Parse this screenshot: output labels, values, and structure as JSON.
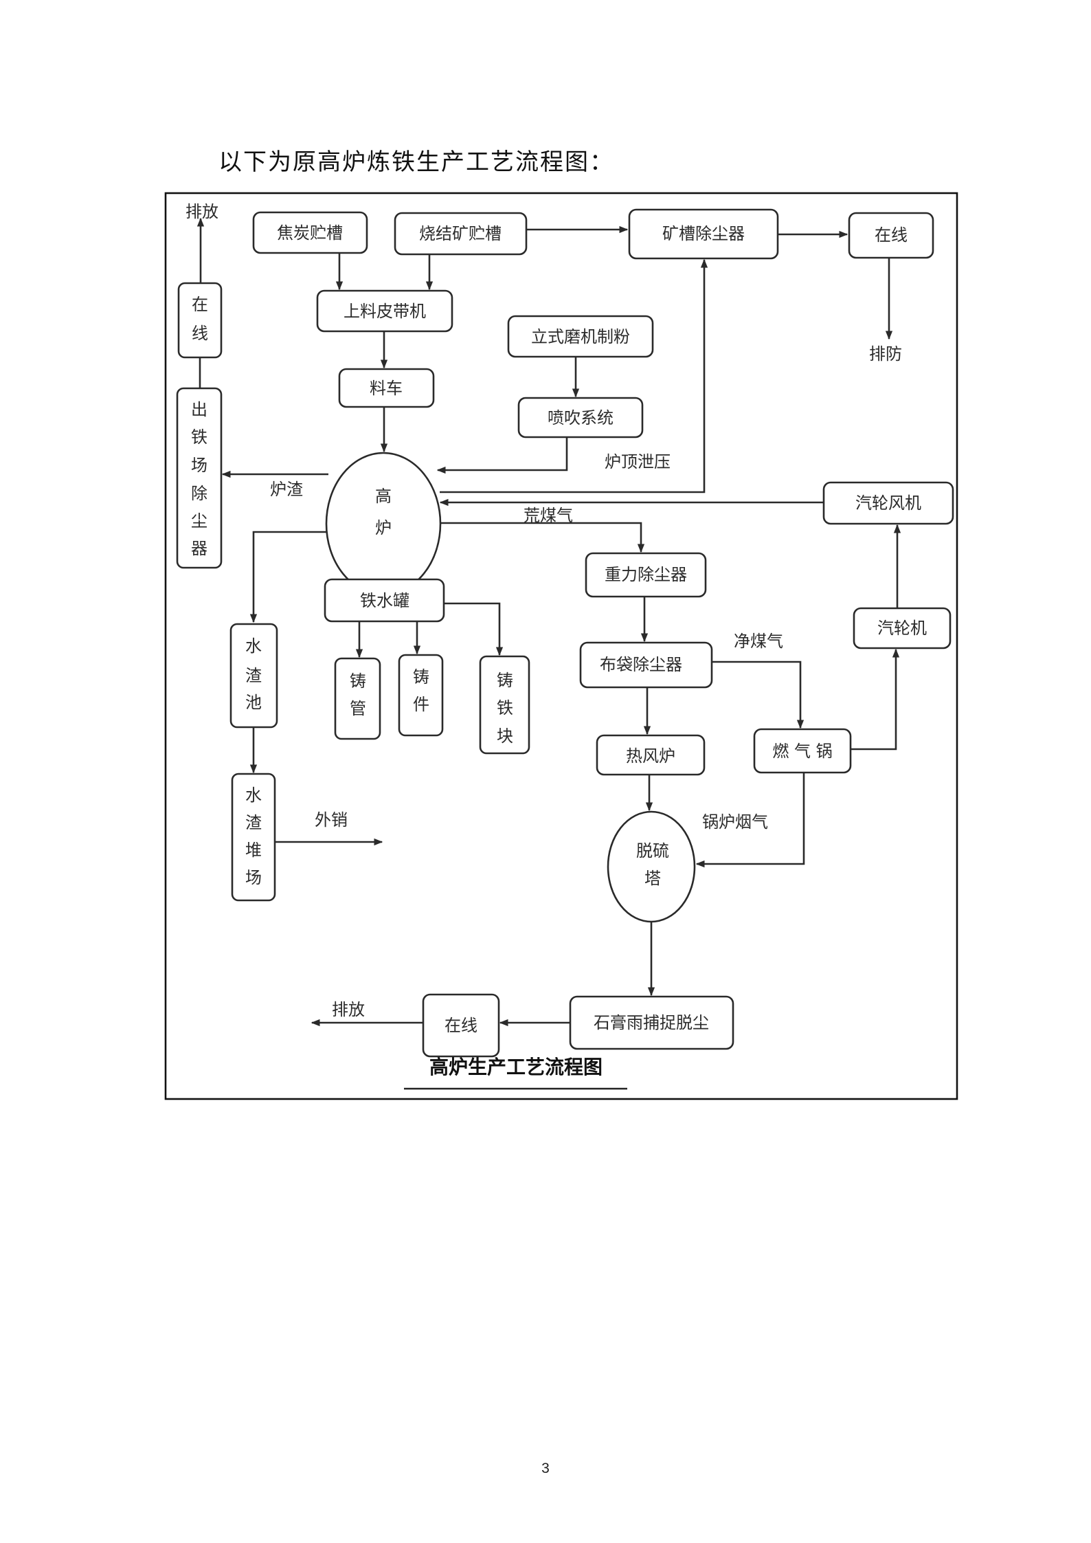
{
  "intro_text": "以下为原高炉炼铁生产工艺流程图：",
  "page_number": "3",
  "diagram": {
    "caption": "高炉生产工艺流程图",
    "nodes": {
      "coke_bin": "焦炭贮槽",
      "sinter_bin": "烧结矿贮槽",
      "bin_dust_collector": "矿槽除尘器",
      "online_top": "在线",
      "belt_conveyor": "上料皮带机",
      "vertical_mill": "立式磨机制粉",
      "skip_car": "料车",
      "injection_system": "喷吹系统",
      "blast_furnace": [
        "高",
        "炉"
      ],
      "online_left": [
        "在",
        "线"
      ],
      "tapping_dust_collector": [
        "出",
        "铁",
        "场",
        "除",
        "尘",
        "器"
      ],
      "turbine_blower": "汽轮风机",
      "gravity_dust_collector": "重力除尘器",
      "bag_filter": "布袋除尘器",
      "steam_turbine": "汽轮机",
      "hot_stove": "热风炉",
      "gas_boiler": "燃 气 锅",
      "hot_metal_ladle": "铁水罐",
      "cast_pipe": [
        "铸",
        "管"
      ],
      "casting": [
        "铸",
        "件"
      ],
      "pig_iron": [
        "铸",
        "铁",
        "块"
      ],
      "slag_pool": [
        "水",
        "渣",
        "池"
      ],
      "slag_yard": [
        "水",
        "渣",
        "堆",
        "场"
      ],
      "desulfurization_tower": [
        "脱硫",
        "塔"
      ],
      "gypsum_rain_capture": "石膏雨捕捉脱尘",
      "online_bottom": "在线"
    },
    "edge_labels": {
      "discharge_left_top": "排放",
      "discharge_right": "排防",
      "slag": "炉渣",
      "top_pressure_relief": "炉顶泄压",
      "raw_gas": "荒煤气",
      "clean_gas": "净煤气",
      "boiler_flue_gas": "锅炉烟气",
      "external_sale": "外销",
      "discharge_bottom": "排放"
    },
    "edges": [
      {
        "from": "online_left",
        "to": "discharge_left_top"
      },
      {
        "from": "tapping_dust_collector",
        "to": "online_left"
      },
      {
        "from": "coke_bin",
        "to": "belt_conveyor"
      },
      {
        "from": "sinter_bin",
        "to": "belt_conveyor"
      },
      {
        "from": "sinter_bin",
        "to": "bin_dust_collector"
      },
      {
        "from": "bin_dust_collector",
        "to": "online_top"
      },
      {
        "from": "online_top",
        "to": "discharge_right"
      },
      {
        "from": "belt_conveyor",
        "to": "skip_car"
      },
      {
        "from": "skip_car",
        "to": "blast_furnace"
      },
      {
        "from": "vertical_mill",
        "to": "injection_system"
      },
      {
        "from": "injection_system",
        "to": "blast_furnace"
      },
      {
        "from": "blast_furnace",
        "to": "bin_dust_collector",
        "label": "top_pressure_relief"
      },
      {
        "from": "turbine_blower",
        "to": "blast_furnace"
      },
      {
        "from": "blast_furnace",
        "to": "tapping_dust_collector",
        "label": "slag"
      },
      {
        "from": "blast_furnace",
        "to": "gravity_dust_collector",
        "label": "raw_gas"
      },
      {
        "from": "blast_furnace",
        "to": "hot_metal_ladle"
      },
      {
        "from": "blast_furnace",
        "to": "slag_pool"
      },
      {
        "from": "hot_metal_ladle",
        "to": "cast_pipe"
      },
      {
        "from": "hot_metal_ladle",
        "to": "casting"
      },
      {
        "from": "hot_metal_ladle",
        "to": "pig_iron"
      },
      {
        "from": "slag_pool",
        "to": "slag_yard"
      },
      {
        "from": "slag_yard",
        "to": "external_sale"
      },
      {
        "from": "gravity_dust_collector",
        "to": "bag_filter"
      },
      {
        "from": "bag_filter",
        "to": "hot_stove"
      },
      {
        "from": "bag_filter",
        "to": "gas_boiler",
        "label": "clean_gas"
      },
      {
        "from": "gas_boiler",
        "to": "steam_turbine"
      },
      {
        "from": "steam_turbine",
        "to": "turbine_blower"
      },
      {
        "from": "hot_stove",
        "to": "desulfurization_tower"
      },
      {
        "from": "gas_boiler",
        "to": "desulfurization_tower",
        "label": "boiler_flue_gas"
      },
      {
        "from": "desulfurization_tower",
        "to": "gypsum_rain_capture"
      },
      {
        "from": "gypsum_rain_capture",
        "to": "online_bottom"
      },
      {
        "from": "online_bottom",
        "to": "discharge_bottom"
      }
    ]
  }
}
